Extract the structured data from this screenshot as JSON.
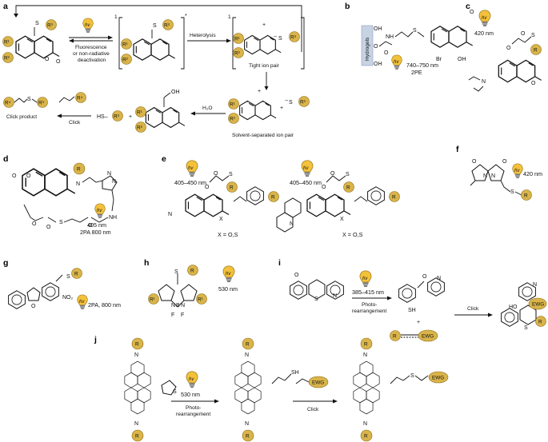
{
  "panels": [
    "a",
    "b",
    "c",
    "d",
    "e",
    "f",
    "g",
    "h",
    "i",
    "j"
  ],
  "bulb_text": "hν",
  "substituents": {
    "r": "R",
    "r1": "R¹",
    "r2": "R²",
    "r3": "R³",
    "r4": "R⁴"
  },
  "atoms": {
    "s": "S",
    "o": "O",
    "n": "N",
    "nh": "NH",
    "oh": "OH",
    "sh": "SH",
    "br": "Br",
    "b": "B",
    "f": "F",
    "ho": "HO",
    "ewg": "EWG",
    "x": "X"
  },
  "charges": {
    "plus": "+",
    "minus": "−",
    "radical": "*",
    "one": "1"
  },
  "panel_a": {
    "equilibrium": "Fluorescence\nor non-radiative\ndeactivation",
    "heterolysis": "Heterolysis",
    "tight_pair": "Tight ion pair",
    "h2o": "H₂O",
    "solvent_pair": "Solvent-separated ion pair",
    "click": "Click",
    "click_product": "Click product",
    "hs_reagent": "HS–"
  },
  "panel_b": {
    "hydrogels": "Hydrogels",
    "wavelength": "740–750 nm",
    "mode": "2PE"
  },
  "panel_c": {
    "wavelength": "420 nm"
  },
  "panel_d": {
    "wavelength": "405 nm",
    "mode": "2PA 800 nm"
  },
  "panel_e": {
    "wavelength_left": "405–450 nm",
    "wavelength_right": "405–450 nm",
    "x_note_left": "X = O,S",
    "x_note_right": "X = O,S"
  },
  "panel_f": {
    "wavelength": "420 nm"
  },
  "panel_g": {
    "wavelength": "2PA, 800 nm"
  },
  "panel_h": {
    "wavelength": "530 nm"
  },
  "panel_i": {
    "wavelength": "385–415 nm",
    "process": "Photo-\nrearrangement",
    "click": "Click"
  },
  "panel_j": {
    "wavelength": "530 nm",
    "process": "Photo-\nrearrangement",
    "click": "Click"
  },
  "colors": {
    "bulb": "#f3c13a",
    "r_circle": "#d9b44a",
    "hydrogel_box": "#c7d3e3",
    "ink": "#111111"
  }
}
